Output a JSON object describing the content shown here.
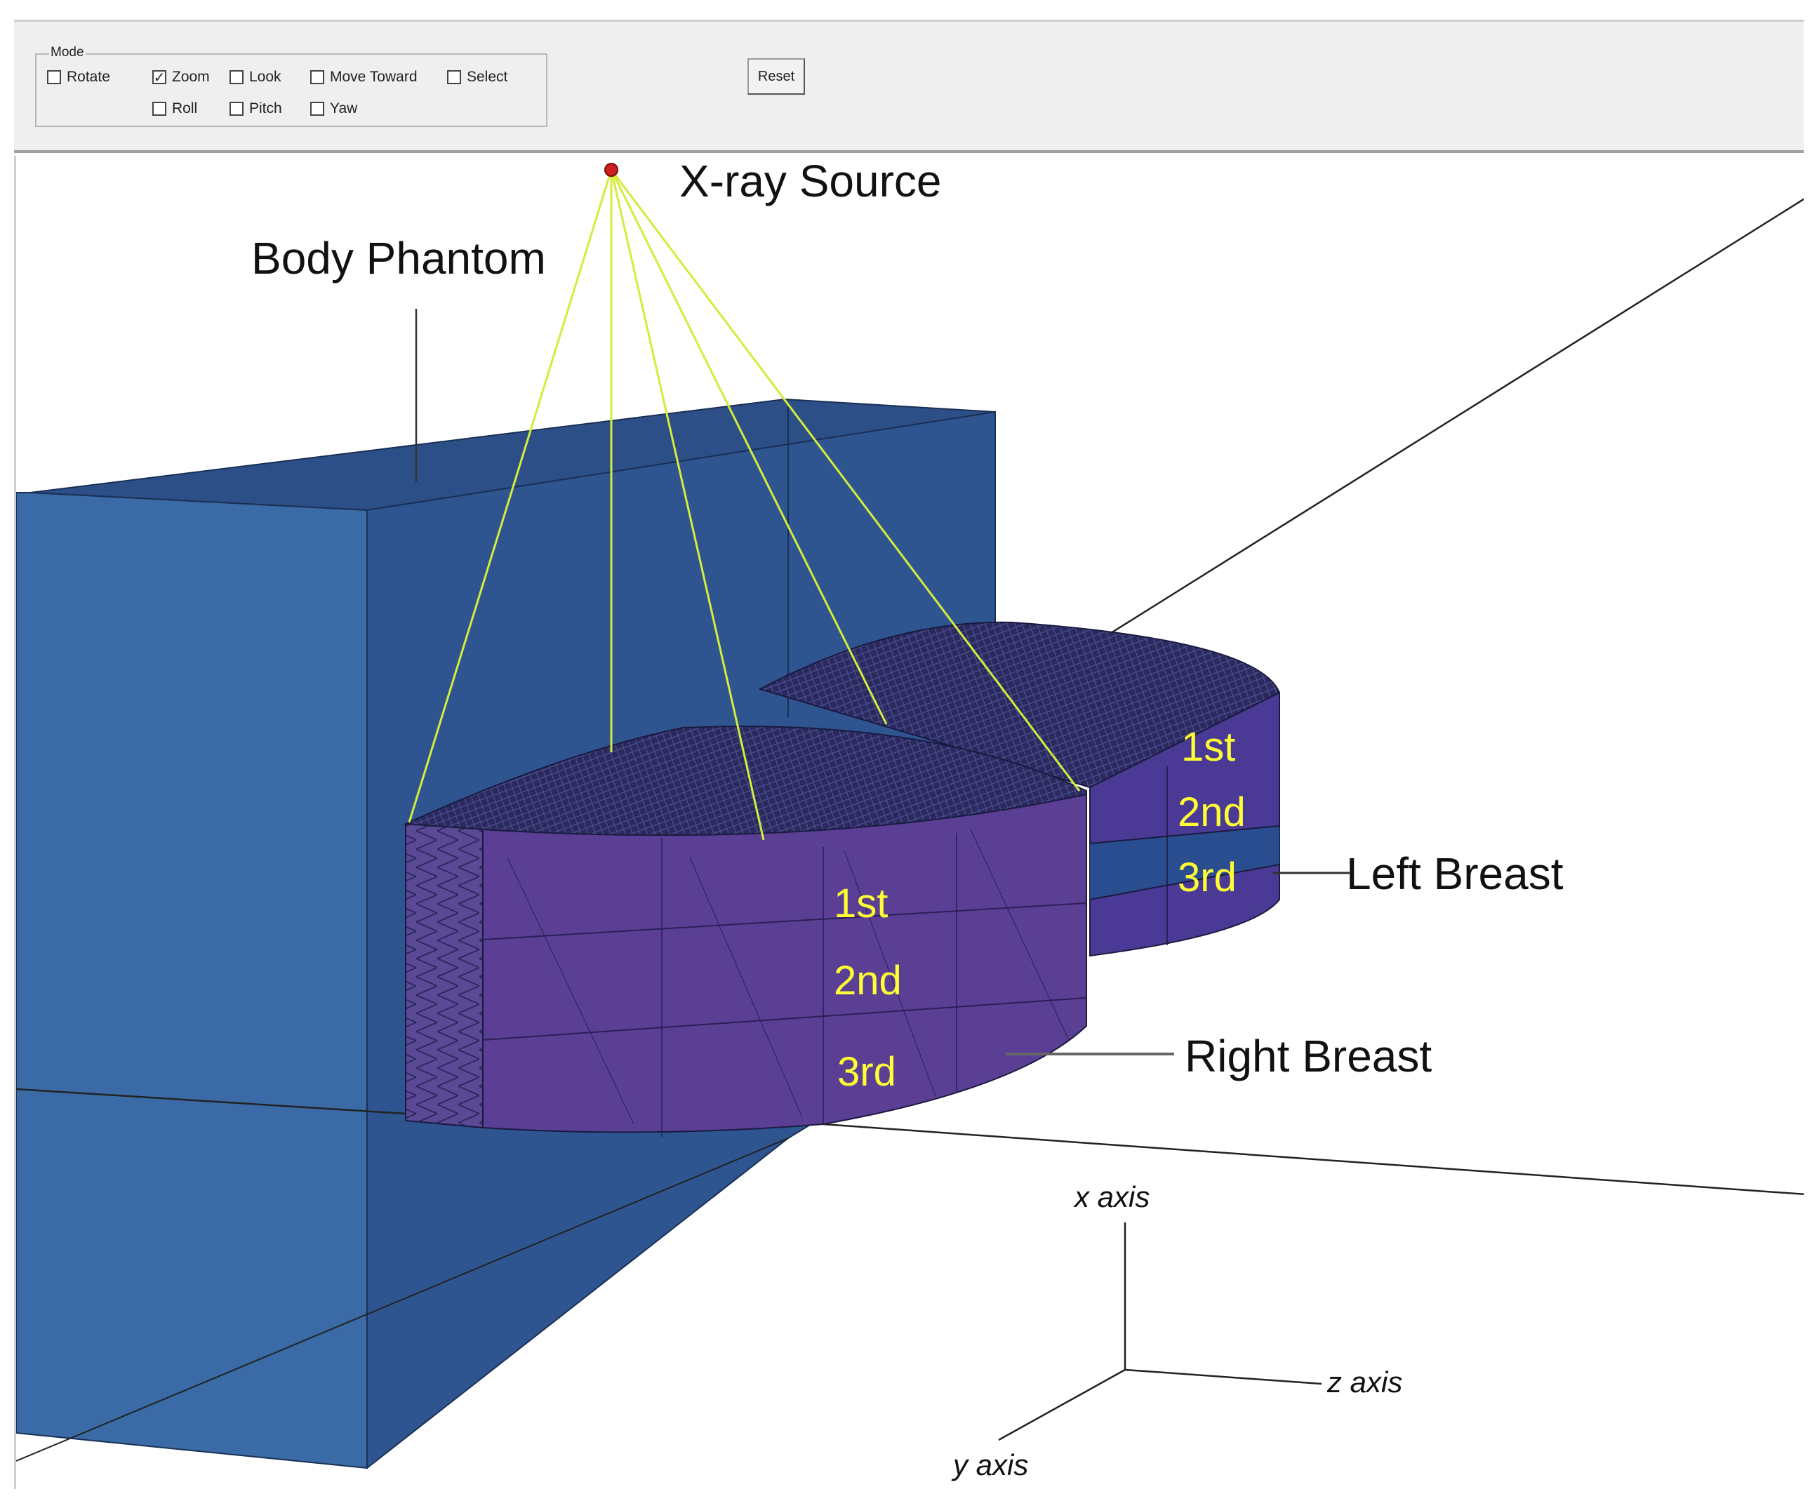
{
  "toolbar": {
    "group_title": "Mode",
    "options": {
      "rotate": {
        "label": "Rotate",
        "checked": false
      },
      "zoom": {
        "label": "Zoom",
        "checked": true
      },
      "look": {
        "label": "Look",
        "checked": false
      },
      "move_toward": {
        "label": "Move Toward",
        "checked": false
      },
      "select": {
        "label": "Select",
        "checked": false
      },
      "roll": {
        "label": "Roll",
        "checked": false
      },
      "pitch": {
        "label": "Pitch",
        "checked": false
      },
      "yaw": {
        "label": "Yaw",
        "checked": false
      }
    },
    "reset_label": "Reset"
  },
  "scene": {
    "xray_source": "X-ray Source",
    "body_phantom": "Body Phantom",
    "left_breast": "Left Breast",
    "right_breast": "Right Breast",
    "right_layers": [
      "1st",
      "2nd",
      "3rd"
    ],
    "left_layers": [
      "1st",
      "2nd",
      "3rd"
    ],
    "axes": {
      "x": "x axis",
      "y": "y axis",
      "z": "z axis"
    }
  },
  "colors": {
    "body": "#3a67a3",
    "body_dark": "#2b4f86",
    "breast": "#5a3c8e",
    "layer_text": "#ffff33",
    "beam": "#d8ee4a",
    "source": "#cc1f1f"
  }
}
